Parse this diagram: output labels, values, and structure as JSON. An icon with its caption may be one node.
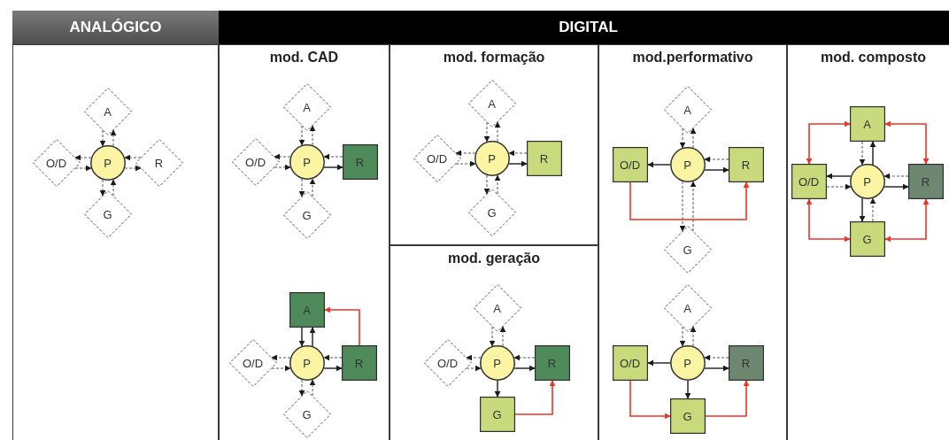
{
  "diagram": {
    "nodes": [
      {
        "text": [
          "ANALÓGICO"
        ]
      },
      {
        "text": [
          "DIGITAL"
        ]
      },
      {
        "text": [],
        "shape": "box"
      },
      {
        "text": [
          "mod. CAD"
        ]
      },
      {
        "text": [
          "mod. formação"
        ]
      },
      {
        "text": [
          "mod. geração"
        ]
      },
      {
        "text": [
          "mod.performativo"
        ]
      },
      {
        "text": [
          "mod. composto"
        ]
      },
      {
        "text": [
          "A"
        ],
        "in": 2
      },
      {
        "text": [
          "O/D"
        ],
        "in": 2
      },
      {
        "text": [
          "P"
        ],
        "in": 2
      },
      {
        "text": [
          "R"
        ],
        "in": 2
      },
      {
        "text": [
          "G"
        ],
        "in": 2
      },
      {
        "text": [
          "A"
        ],
        "in": 3
      },
      {
        "text": [
          "O/D"
        ],
        "in": 3
      },
      {
        "text": [
          "P"
        ],
        "in": 3
      },
      {
        "text": [
          "R"
        ],
        "in": 3
      },
      {
        "text": [
          "G"
        ],
        "in": 3
      },
      {
        "text": [
          "A"
        ],
        "in": 3
      },
      {
        "text": [
          "O/D"
        ],
        "in": 3
      },
      {
        "text": [
          "P"
        ],
        "in": 3
      },
      {
        "text": [
          "R"
        ],
        "in": 3
      },
      {
        "text": [
          "G"
        ],
        "in": 3
      },
      {
        "text": [
          "A"
        ],
        "in": 4
      },
      {
        "text": [
          "O/D"
        ],
        "in": 4
      },
      {
        "text": [
          "P"
        ],
        "in": 4
      },
      {
        "text": [
          "R"
        ],
        "in": 4
      },
      {
        "text": [
          "G"
        ],
        "in": 4
      },
      {
        "text": [
          "A"
        ],
        "in": 5
      },
      {
        "text": [
          "O/D"
        ],
        "in": 5
      },
      {
        "text": [
          "P"
        ],
        "in": 5
      },
      {
        "text": [
          "R"
        ],
        "in": 5
      },
      {
        "text": [
          "G"
        ],
        "in": 5
      },
      {
        "text": [
          "A"
        ],
        "in": 6
      },
      {
        "text": [
          "O/D"
        ],
        "in": 6
      },
      {
        "text": [
          "P"
        ],
        "in": 6
      },
      {
        "text": [
          "R"
        ],
        "in": 6
      },
      {
        "text": [
          "G"
        ],
        "in": 6
      },
      {
        "text": [
          "A"
        ],
        "in": 6
      },
      {
        "text": [
          "O/D"
        ],
        "in": 6
      },
      {
        "text": [
          "P"
        ],
        "in": 6
      },
      {
        "text": [
          "R"
        ],
        "in": 6
      },
      {
        "text": [
          "G"
        ],
        "in": 6
      },
      {
        "text": [
          "A"
        ],
        "in": 7
      },
      {
        "text": [
          "O/D"
        ],
        "in": 7
      },
      {
        "text": [
          "P"
        ],
        "in": 7
      },
      {
        "text": [
          "R"
        ],
        "in": 7
      },
      {
        "text": [
          "G"
        ],
        "in": 7
      }
    ],
    "edges": [
      {
        "from": 8,
        "to": 10,
        "arrow": "to",
        "style": "dashed"
      },
      {
        "from": 10,
        "to": 8,
        "arrow": "to",
        "style": "dashed"
      },
      {
        "from": 10,
        "to": 9,
        "arrow": "to",
        "style": "dashed"
      },
      {
        "from": 9,
        "to": 10,
        "arrow": "to",
        "style": "dashed"
      },
      {
        "from": 11,
        "to": 10,
        "arrow": "to",
        "style": "dashed"
      },
      {
        "from": 10,
        "to": 11,
        "arrow": "to",
        "style": "dashed"
      },
      {
        "from": 10,
        "to": 12,
        "arrow": "to",
        "style": "dashed"
      },
      {
        "from": 12,
        "to": 10,
        "arrow": "to",
        "style": "dashed"
      },
      {
        "from": 13,
        "to": 15,
        "arrow": "to",
        "style": "dashed"
      },
      {
        "from": 15,
        "to": 13,
        "arrow": "to",
        "style": "dashed"
      },
      {
        "from": 15,
        "to": 14,
        "arrow": "to",
        "style": "dashed"
      },
      {
        "from": 14,
        "to": 15,
        "arrow": "to",
        "style": "dashed"
      },
      {
        "from": 16,
        "to": 15,
        "arrow": "to",
        "style": "dashed"
      },
      {
        "from": 15,
        "to": 16,
        "arrow": "to"
      },
      {
        "from": 15,
        "to": 17,
        "arrow": "to",
        "style": "dashed"
      },
      {
        "from": 17,
        "to": 15,
        "arrow": "to",
        "style": "dashed"
      },
      {
        "from": 18,
        "to": 20,
        "arrow": "to"
      },
      {
        "from": 20,
        "to": 18,
        "arrow": "to"
      },
      {
        "from": 20,
        "to": 19,
        "arrow": "to",
        "style": "dashed"
      },
      {
        "from": 19,
        "to": 20,
        "arrow": "to",
        "style": "dashed"
      },
      {
        "from": 21,
        "to": 20,
        "arrow": "to",
        "style": "dashed"
      },
      {
        "from": 20,
        "to": 21,
        "arrow": "to"
      },
      {
        "from": 20,
        "to": 22,
        "arrow": "to",
        "style": "dashed"
      },
      {
        "from": 22,
        "to": 20,
        "arrow": "to",
        "style": "dashed"
      },
      {
        "from": 21,
        "to": 18,
        "arrow": "to",
        "color": "#ee3524"
      },
      {
        "from": 23,
        "to": 25,
        "arrow": "to",
        "style": "dashed"
      },
      {
        "from": 25,
        "to": 23,
        "arrow": "to",
        "style": "dashed"
      },
      {
        "from": 25,
        "to": 24,
        "arrow": "to",
        "style": "dashed"
      },
      {
        "from": 24,
        "to": 25,
        "arrow": "to",
        "style": "dashed"
      },
      {
        "from": 26,
        "to": 25,
        "arrow": "to",
        "style": "dashed"
      },
      {
        "from": 25,
        "to": 26,
        "arrow": "to"
      },
      {
        "from": 25,
        "to": 27,
        "arrow": "to",
        "style": "dashed"
      },
      {
        "from": 27,
        "to": 25,
        "arrow": "to",
        "style": "dashed"
      },
      {
        "from": 28,
        "to": 30,
        "arrow": "to",
        "style": "dashed"
      },
      {
        "from": 30,
        "to": 28,
        "arrow": "to",
        "style": "dashed"
      },
      {
        "from": 30,
        "to": 29,
        "arrow": "to",
        "style": "dashed"
      },
      {
        "from": 29,
        "to": 30,
        "arrow": "to",
        "style": "dashed"
      },
      {
        "from": 31,
        "to": 30,
        "arrow": "to",
        "style": "dashed"
      },
      {
        "from": 30,
        "to": 31,
        "arrow": "to"
      },
      {
        "from": 30,
        "to": 32,
        "arrow": "to"
      },
      {
        "from": 32,
        "to": 31,
        "arrow": "to",
        "color": "#ee3524"
      },
      {
        "from": 33,
        "to": 35,
        "arrow": "to",
        "style": "dashed"
      },
      {
        "from": 35,
        "to": 33,
        "arrow": "to",
        "style": "dashed"
      },
      {
        "from": 35,
        "to": 34,
        "arrow": "to"
      },
      {
        "from": 36,
        "to": 35,
        "arrow": "to",
        "style": "dashed"
      },
      {
        "from": 35,
        "to": 36,
        "arrow": "to"
      },
      {
        "from": 35,
        "to": 37,
        "arrow": "to",
        "style": "dashed"
      },
      {
        "from": 37,
        "to": 35,
        "arrow": "to",
        "style": "dashed"
      },
      {
        "from": 34,
        "to": 36,
        "arrow": "to",
        "color": "#ee3524"
      },
      {
        "from": 38,
        "to": 40,
        "arrow": "to",
        "style": "dashed"
      },
      {
        "from": 40,
        "to": 38,
        "arrow": "to",
        "style": "dashed"
      },
      {
        "from": 40,
        "to": 39,
        "arrow": "to"
      },
      {
        "from": 41,
        "to": 40,
        "arrow": "to",
        "style": "dashed"
      },
      {
        "from": 40,
        "to": 41,
        "arrow": "to"
      },
      {
        "from": 40,
        "to": 42,
        "arrow": "to"
      },
      {
        "from": 39,
        "to": 42,
        "arrow": "to",
        "color": "#ee3524"
      },
      {
        "from": 42,
        "to": 41,
        "arrow": "to",
        "color": "#ee3524"
      },
      {
        "from": 43,
        "to": 45,
        "arrow": "to",
        "style": "dashed"
      },
      {
        "from": 45,
        "to": 43,
        "arrow": "to"
      },
      {
        "from": 45,
        "to": 44,
        "arrow": "to"
      },
      {
        "from": 44,
        "to": 45,
        "arrow": "to",
        "style": "dashed"
      },
      {
        "from": 46,
        "to": 45,
        "arrow": "to",
        "style": "dashed"
      },
      {
        "from": 45,
        "to": 46,
        "arrow": "to"
      },
      {
        "from": 45,
        "to": 47,
        "arrow": "to"
      },
      {
        "from": 47,
        "to": 45,
        "arrow": "to",
        "style": "dashed"
      },
      {
        "from": 43,
        "to": 44,
        "arrow": "both",
        "color": "#ee3524"
      },
      {
        "from": 43,
        "to": 46,
        "arrow": "both",
        "color": "#ee3524"
      },
      {
        "from": 44,
        "to": 47,
        "arrow": "both",
        "color": "#ee3524"
      },
      {
        "from": 47,
        "to": 46,
        "arrow": "both",
        "color": "#ee3524"
      }
    ]
  }
}
